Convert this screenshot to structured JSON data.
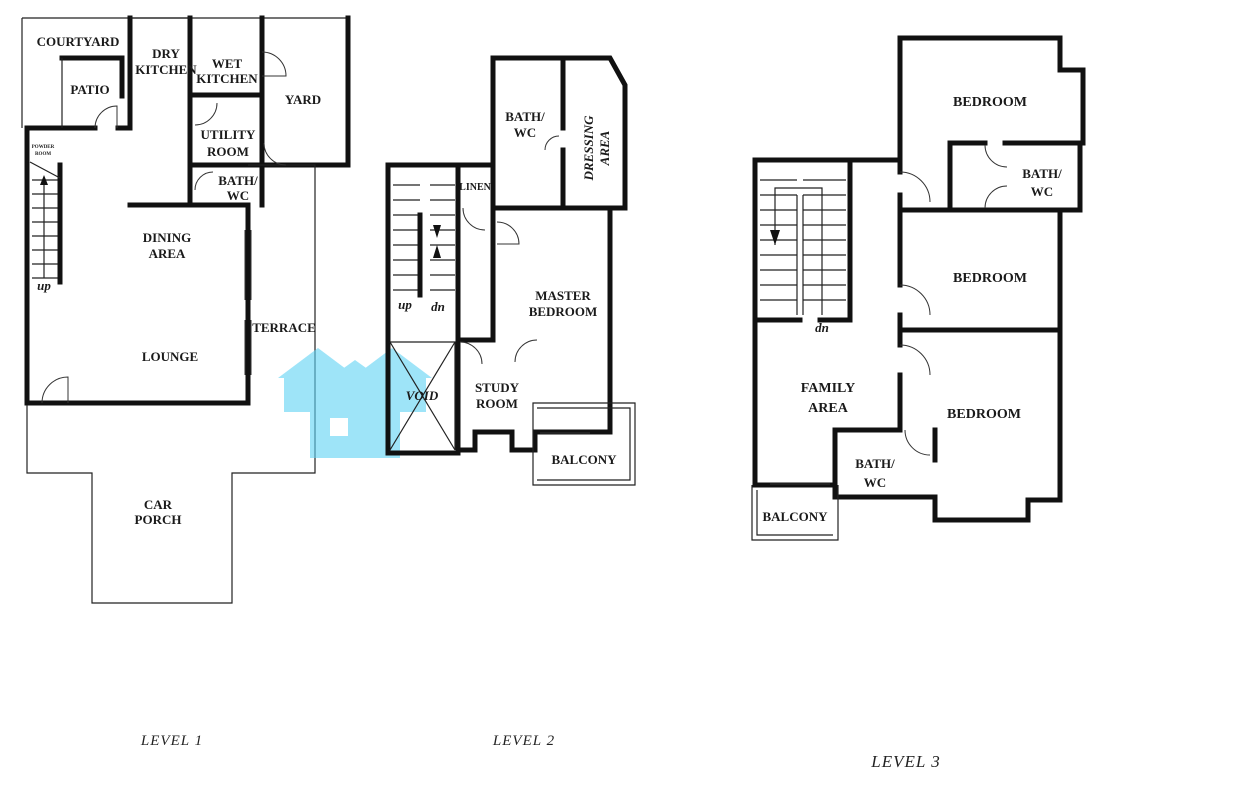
{
  "level1": {
    "title": "LEVEL 1",
    "rooms": {
      "courtyard": "COURTYARD",
      "patio": "PATIO",
      "dry_kitchen_1": "DRY",
      "dry_kitchen_2": "KITCHEN",
      "wet_kitchen_1": "WET",
      "wet_kitchen_2": "KITCHEN",
      "yard": "YARD",
      "utility_1": "UTILITY",
      "utility_2": "ROOM",
      "bath_1": "BATH/",
      "bath_2": "WC",
      "powder_1": "POWDER",
      "powder_2": "ROOM",
      "dining_1": "DINING",
      "dining_2": "AREA",
      "terrace": "TERRACE",
      "lounge": "LOUNGE",
      "car_porch_1": "CAR",
      "car_porch_2": "PORCH",
      "stair_up": "up"
    }
  },
  "level2": {
    "title": "LEVEL 2",
    "rooms": {
      "bath_1": "BATH/",
      "bath_2": "WC",
      "dressing": "DRESSING",
      "dressing_2": "AREA",
      "linen": "LINEN",
      "master_1": "MASTER",
      "master_2": "BEDROOM",
      "void": "VOID",
      "study_1": "STUDY",
      "study_2": "ROOM",
      "balcony": "BALCONY",
      "stair_up": "up",
      "stair_dn": "dn"
    }
  },
  "level3": {
    "title": "LEVEL 3",
    "rooms": {
      "bedroom_1": "BEDROOM",
      "bath_a_1": "BATH/",
      "bath_a_2": "WC",
      "bedroom_2": "BEDROOM",
      "bedroom_3": "BEDROOM",
      "family_1": "FAMILY",
      "family_2": "AREA",
      "bath_b_1": "BATH/",
      "bath_b_2": "WC",
      "balcony": "BALCONY",
      "stair_dn": "dn"
    }
  },
  "colors": {
    "wall": "#111111",
    "watermark": "#5fd3f5"
  }
}
